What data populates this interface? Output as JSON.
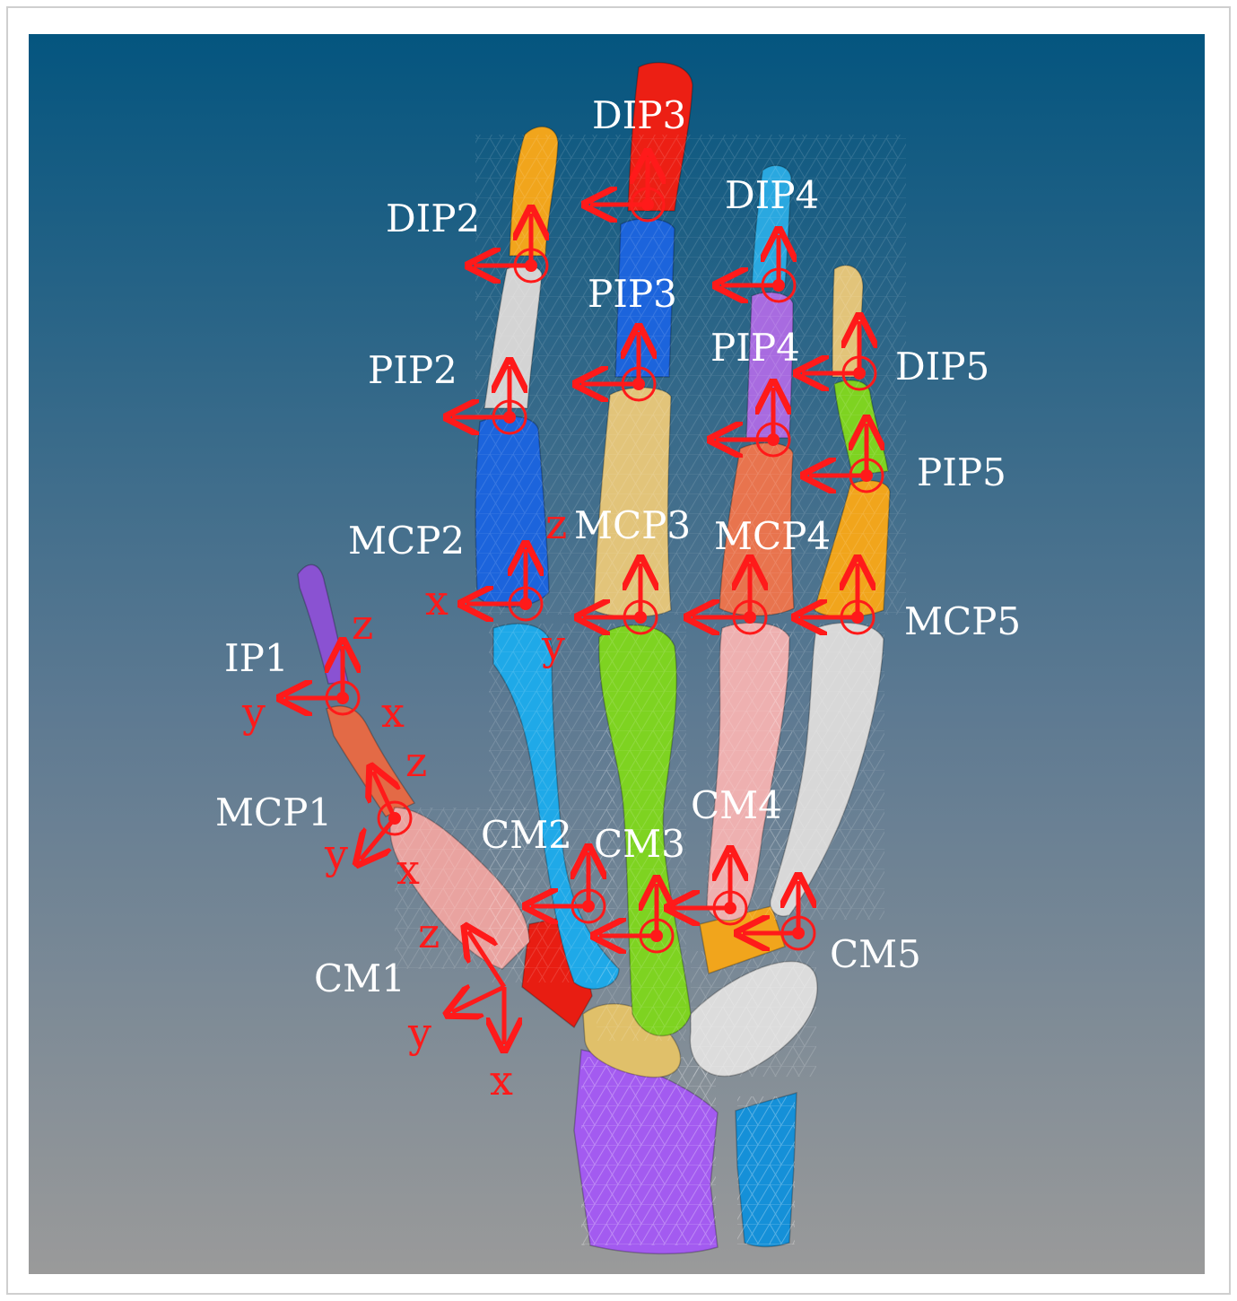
{
  "colors": {
    "background_top": "#04557f",
    "background_bottom": "#9a9a9a",
    "joint_label": "#ffffff",
    "axis": "#ff1a1a"
  },
  "joint_labels": {
    "dip3": "DIP3",
    "dip2": "DIP2",
    "dip4": "DIP4",
    "pip3": "PIP3",
    "pip2": "PIP2",
    "pip4": "PIP4",
    "dip5": "DIP5",
    "pip5": "PIP5",
    "mcp2": "MCP2",
    "mcp3": "MCP3",
    "mcp4": "MCP4",
    "mcp5": "MCP5",
    "ip1": "IP1",
    "mcp1": "MCP1",
    "cm1": "CM1",
    "cm2": "CM2",
    "cm3": "CM3",
    "cm4": "CM4",
    "cm5": "CM5"
  },
  "axis_labels": {
    "x": "x",
    "y": "y",
    "z": "z"
  }
}
